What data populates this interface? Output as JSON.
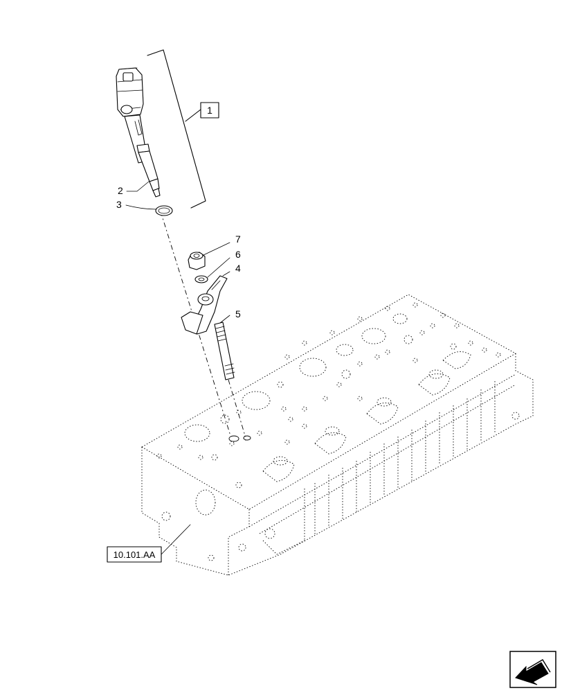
{
  "callouts": {
    "assembly": "1",
    "injector": "2",
    "seal_ring": "3",
    "clamp": "4",
    "stud": "5",
    "washer": "6",
    "nut": "7"
  },
  "reference": "10.101.AA",
  "nav_icon": "arrow-nav-icon"
}
